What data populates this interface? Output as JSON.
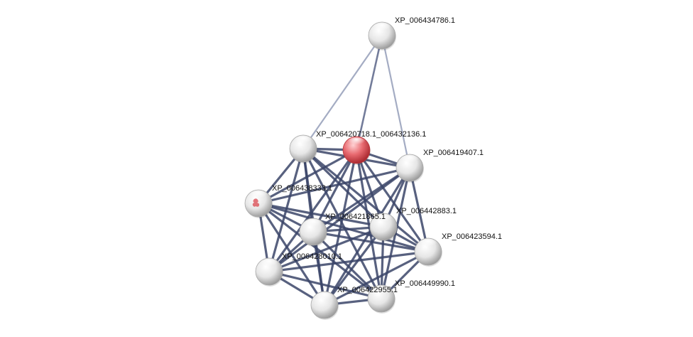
{
  "network": {
    "query_node": "XP_006420718.1_006432136.1",
    "colors": {
      "query_node": "#d9474f",
      "node": "#ffffff",
      "edge_strong": "#3b4568",
      "edge_weak": "#9aa3bd",
      "label": "#111111"
    },
    "nodes": [
      {
        "id": "XP_006434786.1",
        "label": "XP_006434786.1",
        "has_structure_icon": false
      },
      {
        "id": "XP_006420718.1_006432136.1",
        "label": "XP_006420718.1_006432136.1",
        "has_structure_icon": false
      },
      {
        "id": "XP_006419407.1",
        "label": "XP_006419407.1",
        "has_structure_icon": false
      },
      {
        "id": "XP_006438333.1",
        "label": "XP_006438333.1",
        "has_structure_icon": true
      },
      {
        "id": "XP_006421865.1",
        "label": "XP_006421865.1",
        "has_structure_icon": false
      },
      {
        "id": "XP_006442883.1",
        "label": "XP_006442883.1",
        "has_structure_icon": false
      },
      {
        "id": "XP_006423594.1",
        "label": "XP_006423594.1",
        "has_structure_icon": false
      },
      {
        "id": "XP_006428010.1",
        "label": "XP_006428010.1",
        "has_structure_icon": false
      },
      {
        "id": "XP_006449990.1",
        "label": "XP_006449990.1",
        "has_structure_icon": false
      },
      {
        "id": "XP_006422955.1",
        "label": "XP_006422955.1",
        "has_structure_icon": false
      },
      {
        "id": "XP_006428010.1_b",
        "label": "",
        "has_structure_icon": false
      }
    ],
    "edges": [
      {
        "source": "XP_006434786.1",
        "target": "XP_006420718.1_006432136.1",
        "strength": "medium"
      },
      {
        "source": "XP_006434786.1",
        "target": "XP_006419407.1",
        "strength": "weak"
      },
      {
        "source": "XP_006434786.1",
        "target": "XP_006428010.1_b",
        "strength": "weak"
      },
      {
        "source": "XP_006420718.1_006432136.1",
        "target": "XP_006428010.1_b",
        "strength": "strong"
      },
      {
        "source": "XP_006420718.1_006432136.1",
        "target": "XP_006419407.1",
        "strength": "strong"
      },
      {
        "source": "XP_006420718.1_006432136.1",
        "target": "XP_006438333.1",
        "strength": "strong"
      },
      {
        "source": "XP_006420718.1_006432136.1",
        "target": "XP_006421865.1",
        "strength": "strong"
      },
      {
        "source": "XP_006420718.1_006432136.1",
        "target": "XP_006442883.1",
        "strength": "strong"
      },
      {
        "source": "XP_006420718.1_006432136.1",
        "target": "XP_006423594.1",
        "strength": "strong"
      },
      {
        "source": "XP_006420718.1_006432136.1",
        "target": "XP_006428010.1",
        "strength": "strong"
      },
      {
        "source": "XP_006420718.1_006432136.1",
        "target": "XP_006422955.1",
        "strength": "strong"
      },
      {
        "source": "XP_006420718.1_006432136.1",
        "target": "XP_006449990.1",
        "strength": "strong"
      },
      {
        "source": "XP_006428010.1_b",
        "target": "XP_006419407.1",
        "strength": "strong"
      },
      {
        "source": "XP_006428010.1_b",
        "target": "XP_006438333.1",
        "strength": "strong"
      },
      {
        "source": "XP_006428010.1_b",
        "target": "XP_006421865.1",
        "strength": "strong"
      },
      {
        "source": "XP_006428010.1_b",
        "target": "XP_006442883.1",
        "strength": "strong"
      },
      {
        "source": "XP_006428010.1_b",
        "target": "XP_006423594.1",
        "strength": "strong"
      },
      {
        "source": "XP_006428010.1_b",
        "target": "XP_006428010.1",
        "strength": "strong"
      },
      {
        "source": "XP_006428010.1_b",
        "target": "XP_006422955.1",
        "strength": "strong"
      },
      {
        "source": "XP_006428010.1_b",
        "target": "XP_006449990.1",
        "strength": "strong"
      },
      {
        "source": "XP_006419407.1",
        "target": "XP_006438333.1",
        "strength": "strong"
      },
      {
        "source": "XP_006419407.1",
        "target": "XP_006421865.1",
        "strength": "strong"
      },
      {
        "source": "XP_006419407.1",
        "target": "XP_006442883.1",
        "strength": "strong"
      },
      {
        "source": "XP_006419407.1",
        "target": "XP_006423594.1",
        "strength": "strong"
      },
      {
        "source": "XP_006419407.1",
        "target": "XP_006428010.1",
        "strength": "strong"
      },
      {
        "source": "XP_006419407.1",
        "target": "XP_006422955.1",
        "strength": "strong"
      },
      {
        "source": "XP_006419407.1",
        "target": "XP_006449990.1",
        "strength": "strong"
      },
      {
        "source": "XP_006438333.1",
        "target": "XP_006421865.1",
        "strength": "strong"
      },
      {
        "source": "XP_006438333.1",
        "target": "XP_006442883.1",
        "strength": "strong"
      },
      {
        "source": "XP_006438333.1",
        "target": "XP_006423594.1",
        "strength": "strong"
      },
      {
        "source": "XP_006438333.1",
        "target": "XP_006428010.1",
        "strength": "strong"
      },
      {
        "source": "XP_006438333.1",
        "target": "XP_006422955.1",
        "strength": "strong"
      },
      {
        "source": "XP_006438333.1",
        "target": "XP_006449990.1",
        "strength": "strong"
      },
      {
        "source": "XP_006421865.1",
        "target": "XP_006442883.1",
        "strength": "strong"
      },
      {
        "source": "XP_006421865.1",
        "target": "XP_006423594.1",
        "strength": "strong"
      },
      {
        "source": "XP_006421865.1",
        "target": "XP_006428010.1",
        "strength": "strong"
      },
      {
        "source": "XP_006421865.1",
        "target": "XP_006422955.1",
        "strength": "strong"
      },
      {
        "source": "XP_006421865.1",
        "target": "XP_006449990.1",
        "strength": "strong"
      },
      {
        "source": "XP_006442883.1",
        "target": "XP_006423594.1",
        "strength": "strong"
      },
      {
        "source": "XP_006442883.1",
        "target": "XP_006428010.1",
        "strength": "strong"
      },
      {
        "source": "XP_006442883.1",
        "target": "XP_006422955.1",
        "strength": "strong"
      },
      {
        "source": "XP_006442883.1",
        "target": "XP_006449990.1",
        "strength": "strong"
      },
      {
        "source": "XP_006423594.1",
        "target": "XP_006428010.1",
        "strength": "strong"
      },
      {
        "source": "XP_006423594.1",
        "target": "XP_006422955.1",
        "strength": "strong"
      },
      {
        "source": "XP_006423594.1",
        "target": "XP_006449990.1",
        "strength": "strong"
      },
      {
        "source": "XP_006428010.1",
        "target": "XP_006422955.1",
        "strength": "strong"
      },
      {
        "source": "XP_006428010.1",
        "target": "XP_006449990.1",
        "strength": "strong"
      },
      {
        "source": "XP_006422955.1",
        "target": "XP_006449990.1",
        "strength": "strong"
      }
    ]
  }
}
